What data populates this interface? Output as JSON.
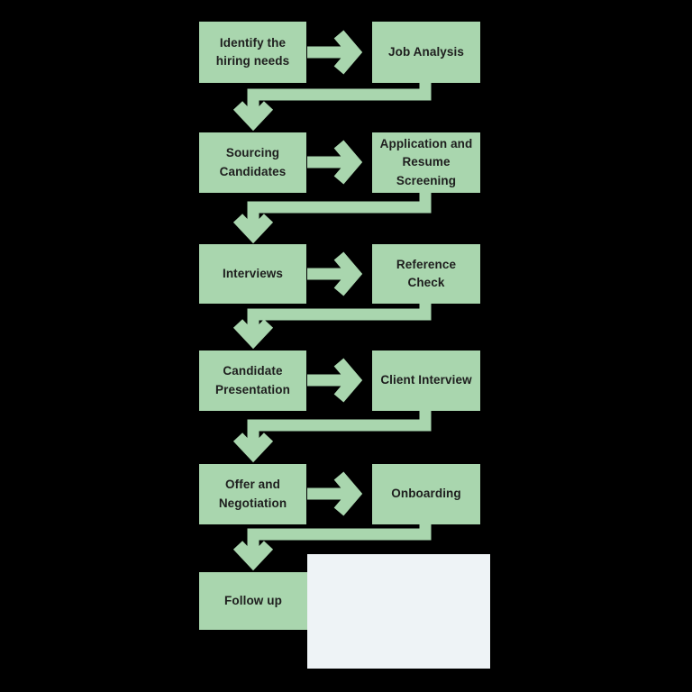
{
  "colors": {
    "background": "#000000",
    "node_fill": "#a9d6ae",
    "arrow": "#a9d6ae",
    "text": "#1e1e1e",
    "panel_fill": "#eef3f6"
  },
  "flowchart": {
    "steps": [
      {
        "left": "Identify the\nhiring needs",
        "right": "Job Analysis"
      },
      {
        "left": "Sourcing\nCandidates",
        "right": "Application and\nResume Screening"
      },
      {
        "left": "Interviews",
        "right": "Reference\nCheck"
      },
      {
        "left": "Candidate\nPresentation",
        "right": "Client Interview"
      },
      {
        "left": "Offer and\nNegotiation",
        "right": "Onboarding"
      }
    ],
    "final_step": "Follow up"
  }
}
